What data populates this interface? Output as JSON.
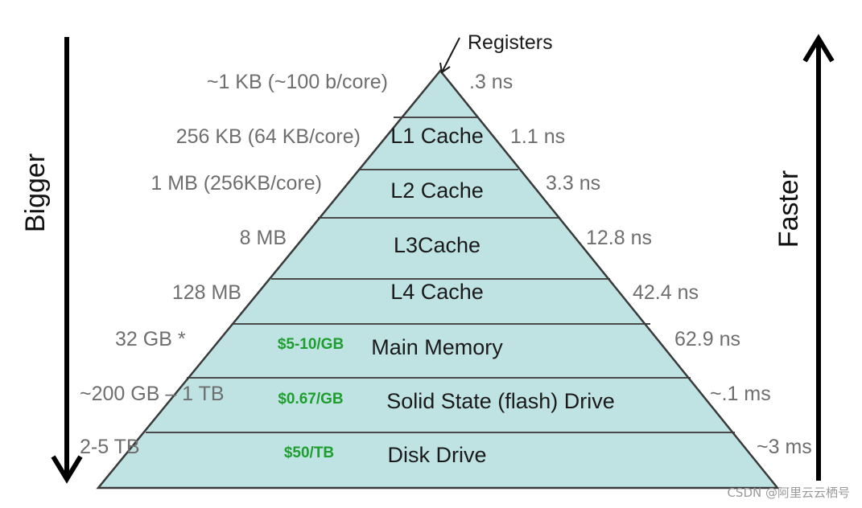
{
  "annotations": {
    "left_axis": "Bigger",
    "right_axis": "Faster",
    "apex_label": "Registers"
  },
  "tiers": [
    {
      "label": "",
      "size": "~1 KB (~100 b/core)",
      "latency": ".3 ns",
      "price": ""
    },
    {
      "label": "L1 Cache",
      "size": "256 KB (64 KB/core)",
      "latency": "1.1 ns",
      "price": ""
    },
    {
      "label": "L2 Cache",
      "size": "1 MB (256KB/core)",
      "latency": "3.3 ns",
      "price": ""
    },
    {
      "label": "L3Cache",
      "size": "8 MB",
      "latency": "12.8 ns",
      "price": ""
    },
    {
      "label": "L4 Cache",
      "size": "128 MB",
      "latency": "42.4 ns",
      "price": ""
    },
    {
      "label": "Main Memory",
      "size": "32 GB *",
      "latency": "62.9 ns",
      "price": "$5-10/GB"
    },
    {
      "label": "Solid State (flash) Drive",
      "size": "~200 GB – 1 TB",
      "latency": "~.1 ms",
      "price": "$0.67/GB"
    },
    {
      "label": "Disk Drive",
      "size": "2-5 TB",
      "latency": "~3 ms",
      "price": "$50/TB"
    }
  ],
  "watermark": "CSDN @阿里云云栖号",
  "colors": {
    "tier_fill": "#bfe3e3",
    "price_text": "#1e9e2e",
    "muted_text": "#6e6e6e"
  }
}
